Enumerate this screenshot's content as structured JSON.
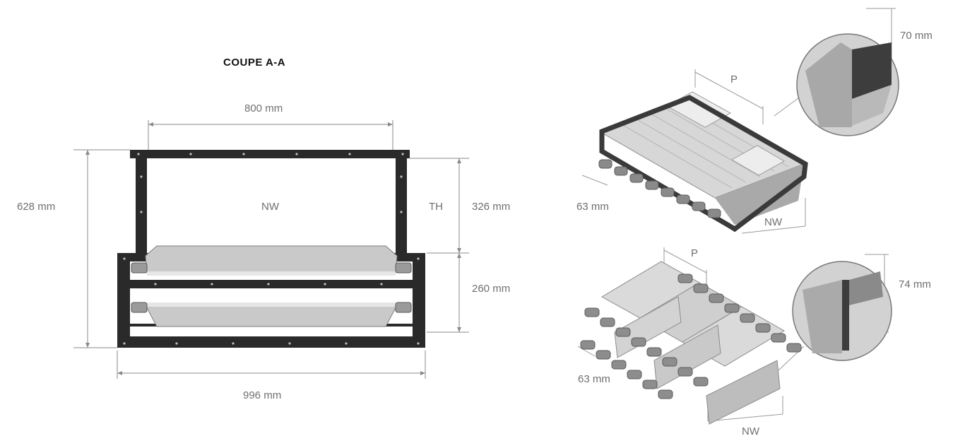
{
  "section_title": "COUPE A-A",
  "left_view": {
    "width_top": "800 mm",
    "height_total": "628 mm",
    "label_nw": "NW",
    "label_th": "TH",
    "height_upper": "326 mm",
    "height_lower": "260 mm",
    "width_bottom": "996 mm"
  },
  "top_right_view": {
    "pitch": "P",
    "side_height": "70 mm",
    "chain_width": "63 mm",
    "nominal_width": "NW"
  },
  "bottom_right_view": {
    "pitch": "P",
    "side_height": "74 mm",
    "chain_width": "63 mm",
    "nominal_width": "NW"
  },
  "colors": {
    "frame": "#2a2a2a",
    "dimension_line": "#8a8a8a",
    "steel": "#c9c9c9",
    "chain": "#7a7a7a"
  }
}
